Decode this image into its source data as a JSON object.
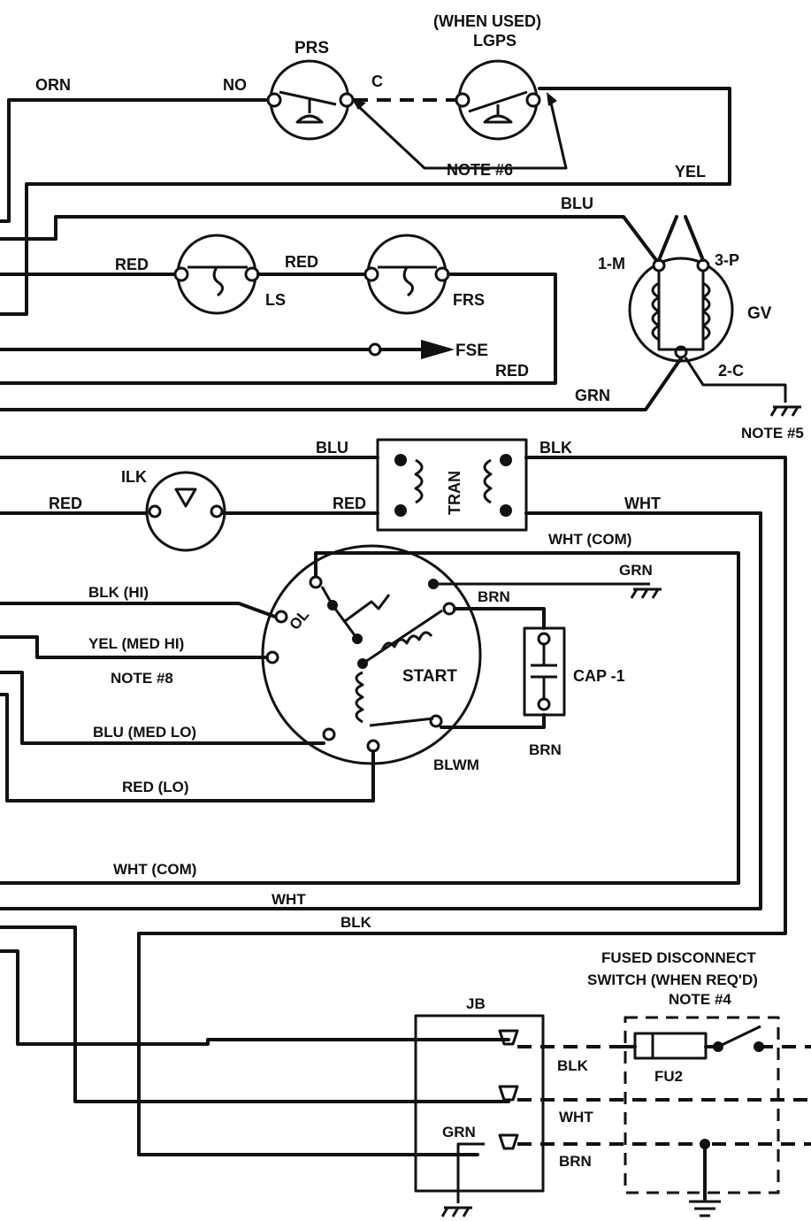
{
  "diagram": {
    "components": {
      "prs": "PRS",
      "lgps": "LGPS",
      "when_used": "(WHEN USED)",
      "ls": "LS",
      "frs": "FRS",
      "fse": "FSE",
      "gv": "GV",
      "gv_1m": "1-M",
      "gv_3p": "3-P",
      "gv_2c": "2-C",
      "ilk": "ILK",
      "tran": "TRAN",
      "start": "START",
      "ol": "OL",
      "cap1": "CAP -1",
      "blwm": "BLWM",
      "jb": "JB",
      "fu2": "FU2",
      "fused_disconnect_1": "FUSED DISCONNECT",
      "fused_disconnect_2": "SWITCH (WHEN REQ'D)",
      "fused_disconnect_note": "NOTE #4"
    },
    "terminals": {
      "no": "NO",
      "c": "C"
    },
    "notes": {
      "note6": "NOTE #6",
      "note5": "NOTE #5",
      "note8": "NOTE #8"
    },
    "wires": {
      "orn": "ORN",
      "yel": "YEL",
      "blu_gv": "BLU",
      "red_ls_in": "RED",
      "red_ls_frs": "RED",
      "red_fse": "RED",
      "grn_gv": "GRN",
      "blu_tran": "BLU",
      "blk_tran": "BLK",
      "red_ilk_in": "RED",
      "red_tran": "RED",
      "wht_tran": "WHT",
      "wht_com_top": "WHT (COM)",
      "grn_motor": "GRN",
      "brn_top": "BRN",
      "brn_bottom": "BRN",
      "blk_hi": "BLK (HI)",
      "yel_med_hi": "YEL (MED HI)",
      "blu_med_lo": "BLU (MED LO)",
      "red_lo": "RED (LO)",
      "wht_com_bottom": "WHT (COM)",
      "wht_bottom": "WHT",
      "blk_bottom": "BLK",
      "jb_blk": "BLK",
      "jb_wht": "WHT",
      "jb_brn": "BRN",
      "jb_grn": "GRN"
    }
  }
}
